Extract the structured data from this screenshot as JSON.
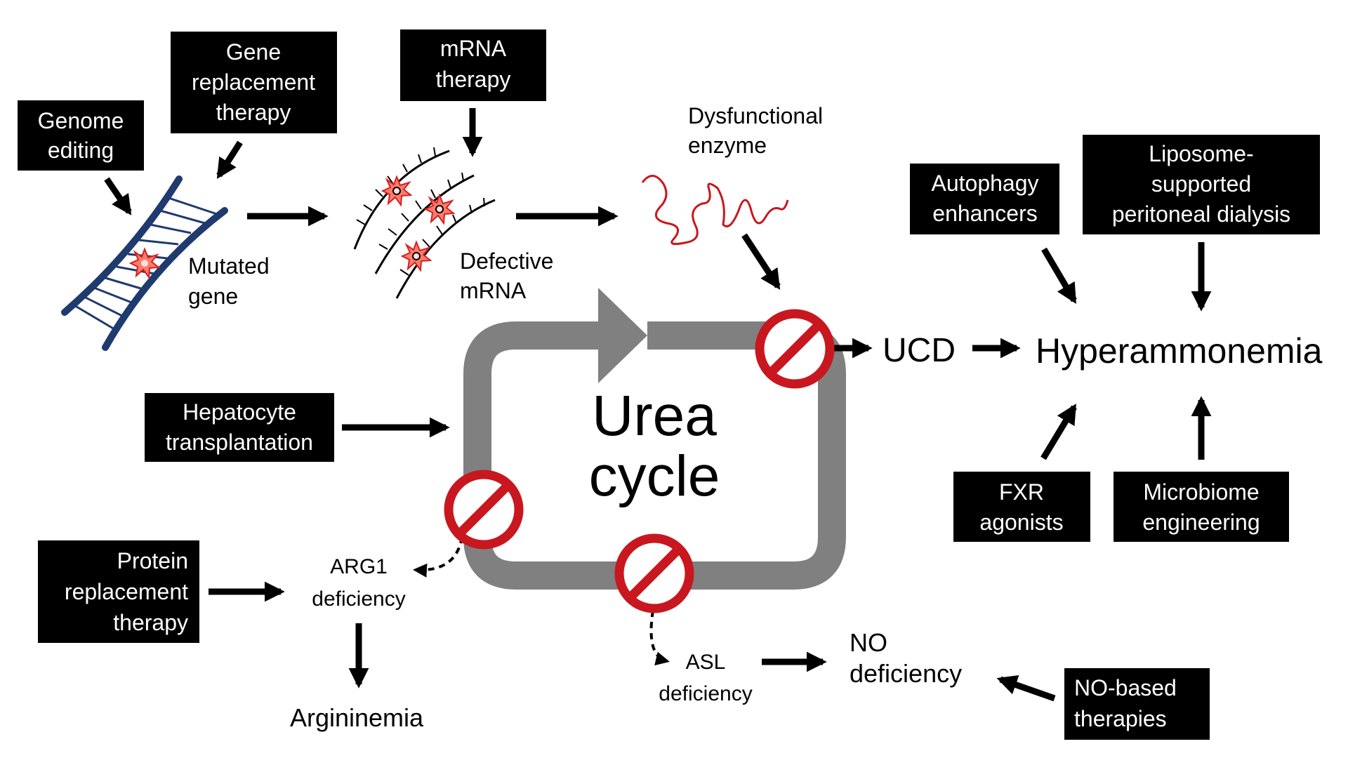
{
  "therapies": {
    "genome_editing": [
      "Genome",
      "editing"
    ],
    "gene_replacement": [
      "Gene",
      "replacement",
      "therapy"
    ],
    "mrna_therapy": [
      "mRNA",
      "therapy"
    ],
    "hepatocyte_transplantation": [
      "Hepatocyte",
      "transplantation"
    ],
    "protein_replacement": [
      "Protein",
      "replacement",
      "therapy"
    ],
    "autophagy_enhancers": [
      "Autophagy",
      "enhancers"
    ],
    "liposome_dialysis": [
      "Liposome-",
      "supported",
      "peritoneal dialysis"
    ],
    "fxr_agonists": [
      "FXR",
      "agonists"
    ],
    "microbiome_engineering": [
      "Microbiome",
      "engineering"
    ],
    "no_based_therapies": [
      "NO-based",
      "therapies"
    ]
  },
  "labels": {
    "mutated_gene": [
      "Mutated",
      "gene"
    ],
    "defective_mrna": [
      "Defective",
      "mRNA"
    ],
    "dysfunctional_enzyme": [
      "Dysfunctional",
      "enzyme"
    ],
    "urea_cycle": [
      "Urea",
      "cycle"
    ],
    "ucd": "UCD",
    "hyperammonemia": "Hyperammonemia",
    "arg1_deficiency": [
      "ARG1",
      "deficiency"
    ],
    "argininemia": "Argininemia",
    "asl_deficiency": [
      "ASL",
      "deficiency"
    ],
    "no_deficiency": [
      "NO",
      "deficiency"
    ]
  },
  "colors": {
    "box_fill": "#000000",
    "box_text": "#ffffff",
    "arrow": "#000000",
    "cycle": "#808080",
    "block_sign": "#c8171e",
    "dna": "#1f3a6e",
    "mutation_star": "#e03030",
    "enzyme": "#c8171e"
  },
  "icons": [
    "dna-helix-icon",
    "mrna-strands-icon",
    "mutation-star-icon",
    "enzyme-squiggle-icon",
    "block-sign-icon"
  ]
}
